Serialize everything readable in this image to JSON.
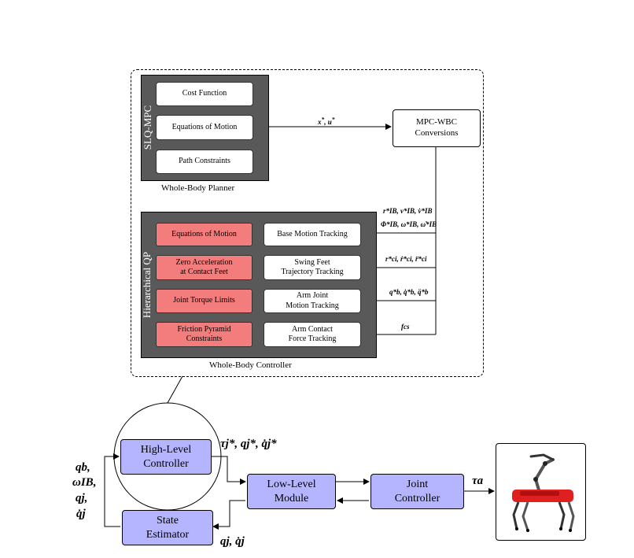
{
  "planner": {
    "side_label": "SLQ-MPC",
    "items": [
      "Cost Function",
      "Equations of Motion",
      "Path Constraints"
    ],
    "caption": "Whole-Body Planner"
  },
  "conversion": {
    "label_line1": "MPC-WBC",
    "label_line2": "Conversions"
  },
  "planner_output": "x*, u*",
  "controller": {
    "side_label": "Hierarchical QP",
    "caption": "Whole-Body Controller",
    "constraints": [
      {
        "line1": "Equations of Motion",
        "line2": ""
      },
      {
        "line1": "Zero Acceleration",
        "line2": "at Contact Feet"
      },
      {
        "line1": "Joint Torque Limits",
        "line2": ""
      },
      {
        "line1": "Friction Pyramid",
        "line2": "Constraints"
      }
    ],
    "tasks": [
      {
        "line1": "Base Motion Tracking",
        "line2": ""
      },
      {
        "line1": "Swing Feet",
        "line2": "Trajectory Tracking"
      },
      {
        "line1": "Arm Joint",
        "line2": "Motion Tracking"
      },
      {
        "line1": "Arm Contact",
        "line2": "Force Tracking"
      }
    ],
    "task_refs": [
      {
        "line1": "r*IB, v*IB, v̇*IB",
        "line2": "Φ*IB, ω*IB, ω̇*IB"
      },
      {
        "line1": "r*ci, ṙ*ci, r̈*ci",
        "line2": ""
      },
      {
        "line1": "q*b, q̇*b, q̈*b",
        "line2": ""
      },
      {
        "line1": "fcs",
        "line2": ""
      }
    ]
  },
  "bottom": {
    "high_level": {
      "line1": "High-Level",
      "line2": "Controller"
    },
    "state_estimator": {
      "line1": "State",
      "line2": "Estimator"
    },
    "low_level": {
      "line1": "Low-Level",
      "line2": "Module"
    },
    "joint_controller": {
      "line1": "Joint",
      "line2": "Controller"
    },
    "hl_output": "τj*, qj*, q̇j*",
    "feedback_labels": [
      "qb,",
      "ωIB,",
      "qj,",
      "q̇j"
    ],
    "se_input": "qj, q̇j",
    "torque_label": "τa"
  },
  "colors": {
    "gray_panel": "#595959",
    "constraint_red": "#f37d7d",
    "module_purple": "#b4b4ff"
  }
}
